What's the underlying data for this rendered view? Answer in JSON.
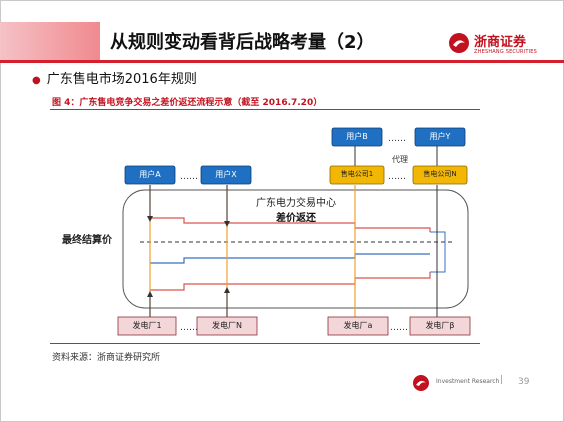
{
  "slide": {
    "title": "从规则变动看背后战略考量（2）",
    "logo_name": "浙商证券",
    "logo_sub": "ZHESHANG SECURITIES",
    "bullet": "广东售电市场2016年规则",
    "figure_caption": "图 4：广东售电竞争交易之差价返还流程示意（截至 2016.7.20）",
    "source": "资料来源：浙商证券研究所",
    "footer_text": "Investment Research",
    "footer_sep": "|",
    "page_number": "39"
  },
  "diagram": {
    "users_left": [
      "用户A",
      "用户X"
    ],
    "users_right": [
      "用户B",
      "用户Y"
    ],
    "companies": [
      "售电公司1",
      "售电公司N"
    ],
    "agent_label": "代理",
    "center_title": "广东电力交易中心",
    "center_subtitle": "差价返还",
    "price_label": "最终结算价",
    "plants": [
      "发电厂1",
      "发电厂N",
      "发电厂a",
      "发电厂β"
    ],
    "ellipsis": "……",
    "colors": {
      "user_box": "#1f6fc2",
      "company_box": "#f2b705",
      "plant_box": "#f2d6d8",
      "plant_border": "#8b2f3a",
      "red_line": "#d9534f",
      "orange_line": "#f0a030",
      "blue_line": "#3a6fc0"
    }
  }
}
